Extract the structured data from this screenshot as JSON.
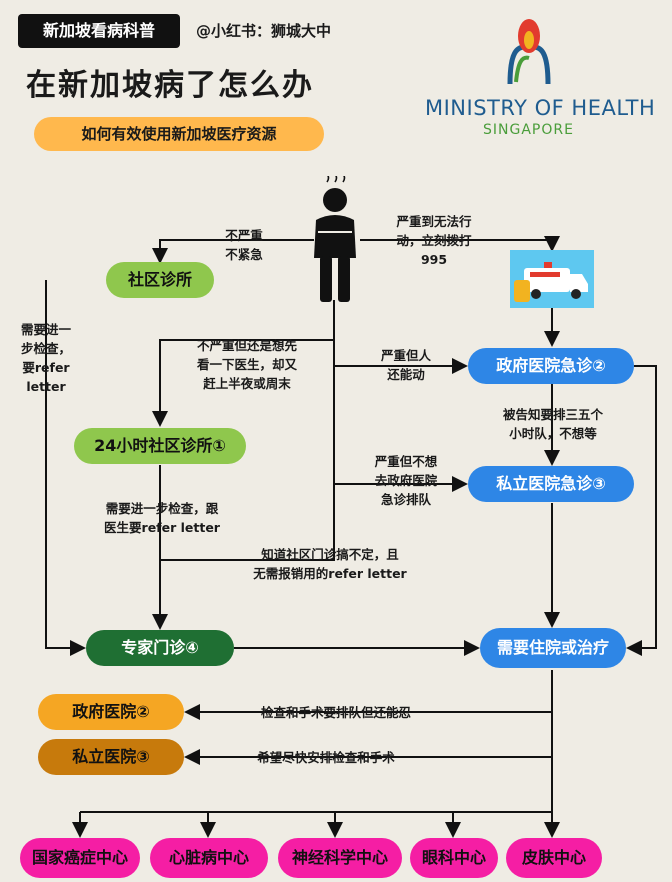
{
  "header": {
    "tag": "新加坡看病科普",
    "handle": "@小红书：狮城大中",
    "title": "在新加坡病了怎么办",
    "subtitle": "如何有效使用新加坡医疗资源",
    "moh_name": "MINISTRY OF HEALTH",
    "moh_country": "SINGAPORE"
  },
  "nodes": {
    "community_clinic": "社区诊所",
    "clinic_24h": "24小时社区诊所①",
    "specialist": "专家门诊④",
    "gov_er": "政府医院急诊②",
    "private_er": "私立医院急诊③",
    "hospitalize": "需要住院或治疗",
    "gov_hospital": "政府医院②",
    "private_hospital": "私立医院③",
    "centers": [
      "国家癌症中心",
      "心脏病中心",
      "神经科学中心",
      "眼科中心",
      "皮肤中心"
    ]
  },
  "labels": {
    "not_serious": "不严重\n不紧急",
    "call_995": "严重到无法行\n动，立刻拨打\n995",
    "refer_left": "需要进一\n步检查，\n要refer\nletter",
    "not_serious_night": "不严重但还是想先\n看一下医生，却又\n赶上半夜或周末",
    "serious_mobile": "严重但人\n还能动",
    "long_queue": "被告知要排三五个\n小时队，不想等",
    "serious_no_queue": "严重但不想\n去政府医院\n急诊排队",
    "refer_24h": "需要进一步检查，跟\n医生要refer letter",
    "known_clinic": "知道社区门诊搞不定，且\n无需报销用的refer letter",
    "queue_ok": "检查和手术要排队但还能忍",
    "fast": "希望尽快安排检查和手术"
  },
  "icons": {
    "person": "worried-person-icon",
    "ambulance": "ambulance-icon",
    "logo": "moh-logo-icon"
  },
  "colors": {
    "green": "#8fc74d",
    "blue": "#2e86e6",
    "dark_green": "#1f6f33",
    "orange": "#f5a623",
    "brown": "#c77a0c",
    "pink": "#f51ea4"
  }
}
